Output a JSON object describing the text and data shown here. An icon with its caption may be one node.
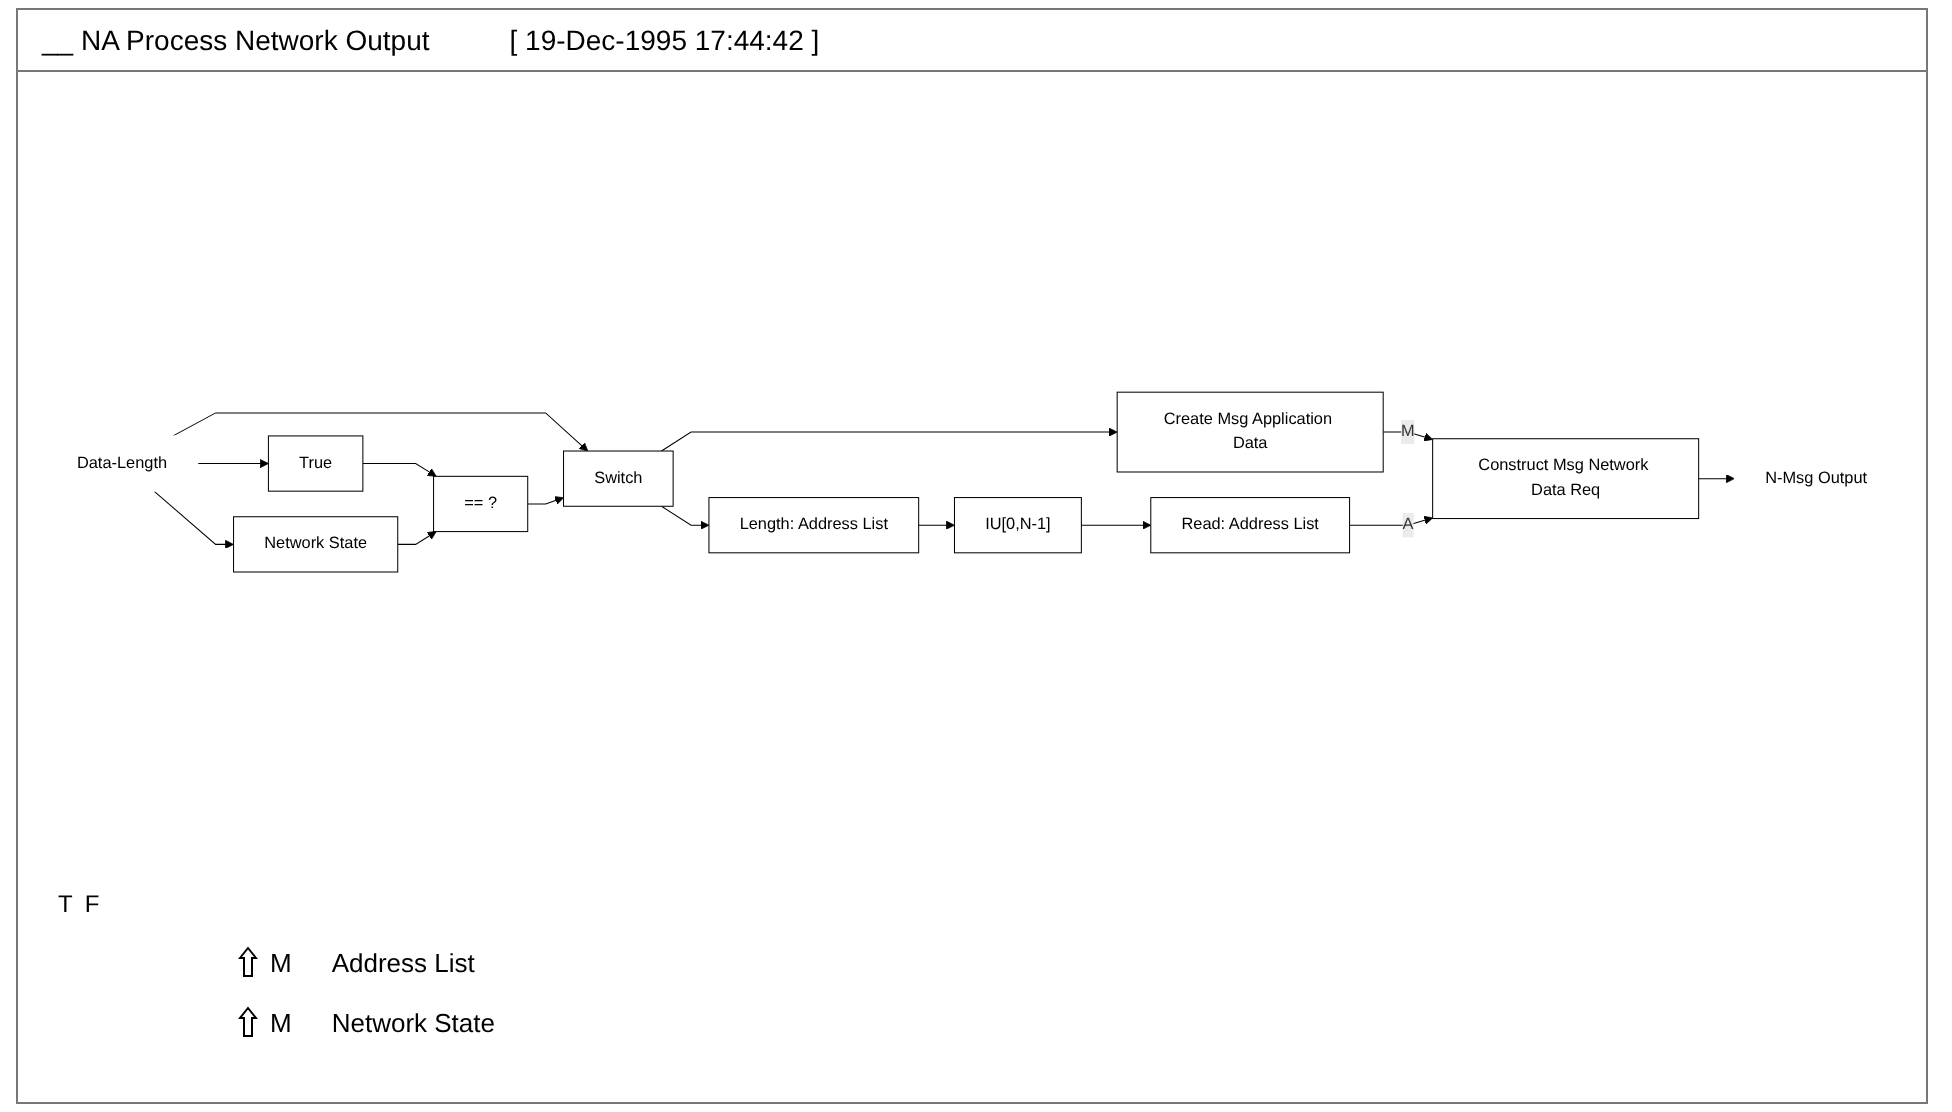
{
  "diagram": {
    "title": "__ NA Process Network Output",
    "nodes": [
      {
        "text": [
          "Data-Length"
        ]
      },
      {
        "text": [
          "True"
        ]
      },
      {
        "text": [
          "Network State"
        ]
      },
      {
        "text": [
          "== ?"
        ]
      },
      {
        "text": [
          "Switch"
        ]
      },
      {
        "text": [
          "Create Msg Application Data"
        ]
      },
      {
        "text": [
          "Length: Address List"
        ]
      },
      {
        "text": [
          "IU[0,N-1]"
        ]
      },
      {
        "text": [
          "Read: Address List"
        ]
      },
      {
        "text": [
          "Construct Msg Network Data Req"
        ]
      },
      {
        "text": [
          "N-Msg Output"
        ]
      }
    ],
    "edges": [
      {
        "from": 0,
        "to": 4,
        "arrow": "to"
      },
      {
        "from": 0,
        "to": 1,
        "arrow": "to"
      },
      {
        "from": 0,
        "to": 2,
        "arrow": "to"
      },
      {
        "from": 1,
        "to": 3,
        "arrow": "to"
      },
      {
        "from": 2,
        "to": 3,
        "arrow": "to"
      },
      {
        "from": 3,
        "to": 4,
        "arrow": "to"
      },
      {
        "from": 4,
        "to": 5,
        "arrow": "to"
      },
      {
        "from": 4,
        "to": 6,
        "arrow": "to"
      },
      {
        "from": 5,
        "to": 9,
        "arrow": "to",
        "label": "M"
      },
      {
        "from": 6,
        "to": 7,
        "arrow": "to"
      },
      {
        "from": 7,
        "to": 8,
        "arrow": "to"
      },
      {
        "from": 8,
        "to": 9,
        "arrow": "to",
        "label": "A"
      },
      {
        "from": 9,
        "to": 10,
        "arrow": "to"
      }
    ],
    "labels": [
      "[ 19-Dec-1995 17:44:42 ]",
      "T",
      "F",
      "M",
      "Address List",
      "M",
      "Network State"
    ]
  }
}
